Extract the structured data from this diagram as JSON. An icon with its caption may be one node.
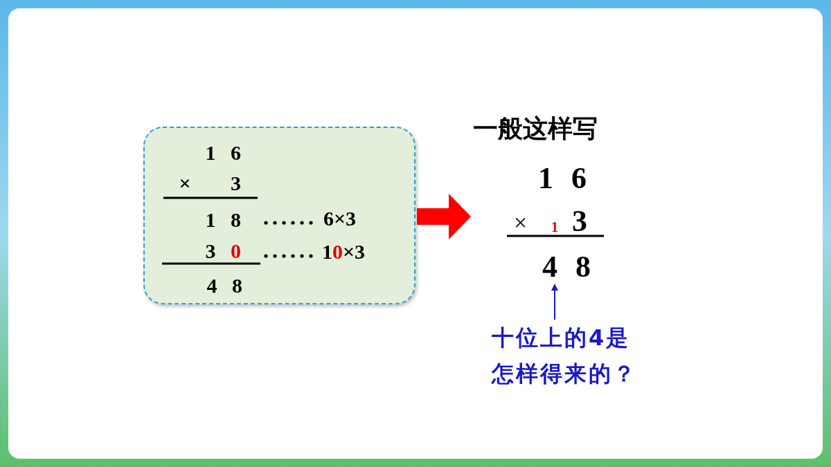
{
  "diagram": {
    "nodes": [
      {
        "text": [
          "1 6",
          "× 3",
          "1 8",
          "3 0",
          "4 8"
        ]
      },
      {
        "text": [
          "一般这样写",
          "1 6",
          "×",
          "1",
          "3"
        ]
      },
      {
        "text": [
          "4 8"
        ],
        "in": 1
      },
      {
        "text": [
          "十位上的4是怎样得来的？"
        ]
      }
    ],
    "edges": [
      {
        "from": 0,
        "to": 1,
        "arrow": "to",
        "style": "thick",
        "color": "#ff0000"
      },
      {
        "from": 3,
        "to": 2,
        "arrow": "to",
        "color": "#1a1ac8"
      }
    ],
    "labels": [
      "6×3",
      "10×3"
    ]
  }
}
